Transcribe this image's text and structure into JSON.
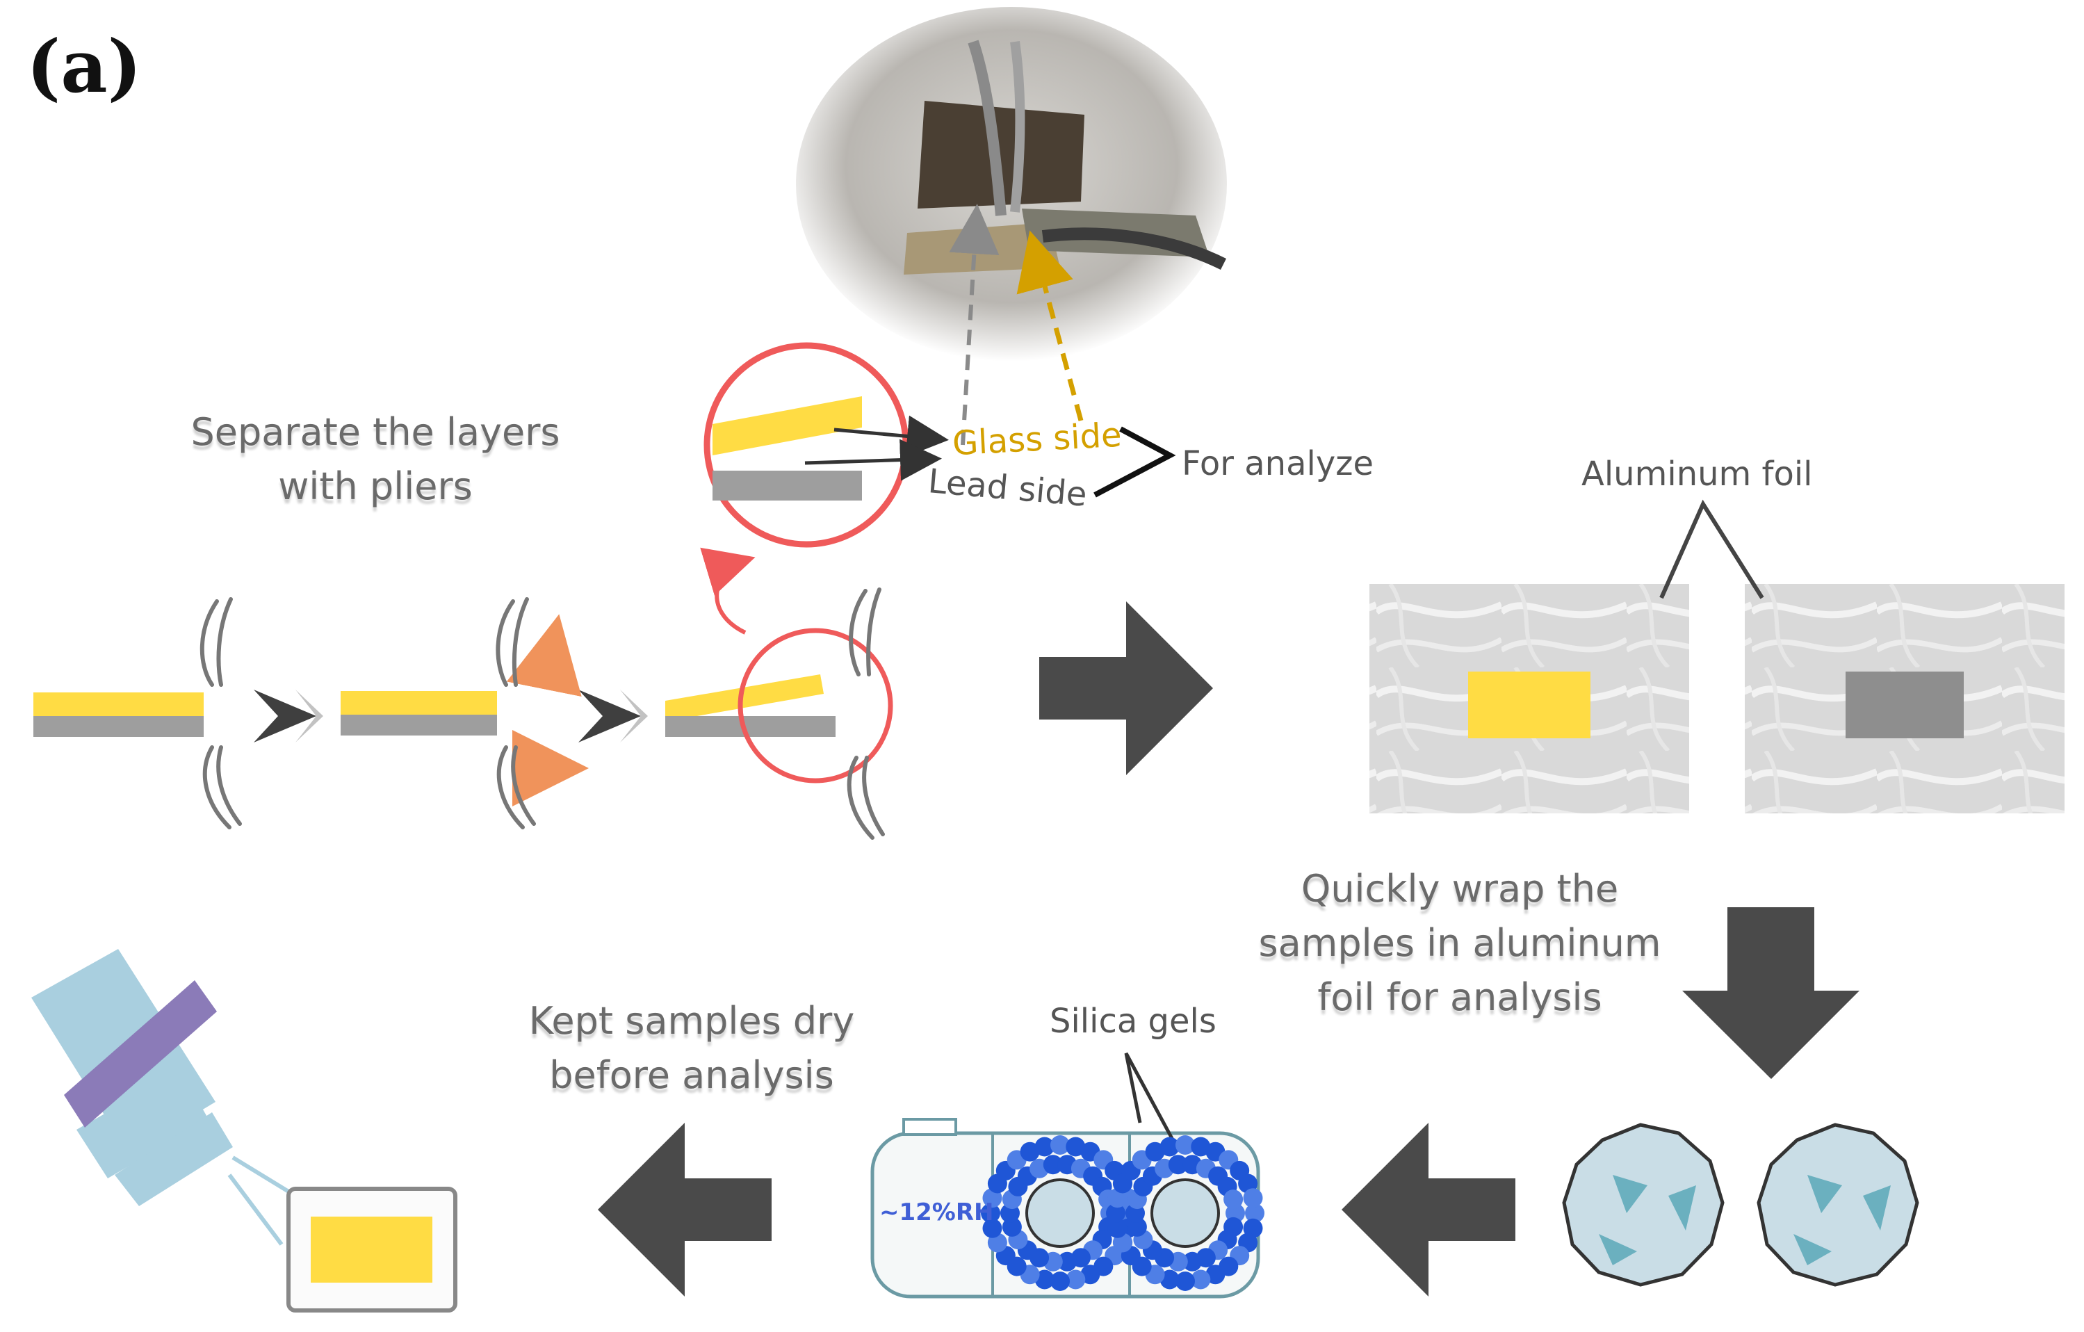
{
  "panel_label": "(a)",
  "labels": {
    "separate_layers": [
      "Separate the layers",
      "with pliers"
    ],
    "glass_side": "Glass side",
    "lead_side": "Lead side",
    "for_analyze": "For analyze",
    "aluminum_foil": "Aluminum foil",
    "quick_wrap": [
      "Quickly wrap the",
      "samples in aluminum",
      "foil for analysis"
    ],
    "kept_dry": [
      "Kept samples dry",
      "before analysis"
    ],
    "silica_gels": "Silica gels",
    "humidity": "~12%RH"
  },
  "colors": {
    "glass_layer": "#ffdc44",
    "lead_layer": "#9e9e9e",
    "arrow_dark": "#4a4a4a",
    "circle_red": "#ef5a5a",
    "pliers_arrow_orange": "#f0935b",
    "glass_side_text": "#d4a000",
    "silica_blue": "#1f56d6",
    "foil_ball": "#c9dde6",
    "instrument_blue": "#a9cfdf",
    "instrument_band": "#8b7bb8"
  }
}
